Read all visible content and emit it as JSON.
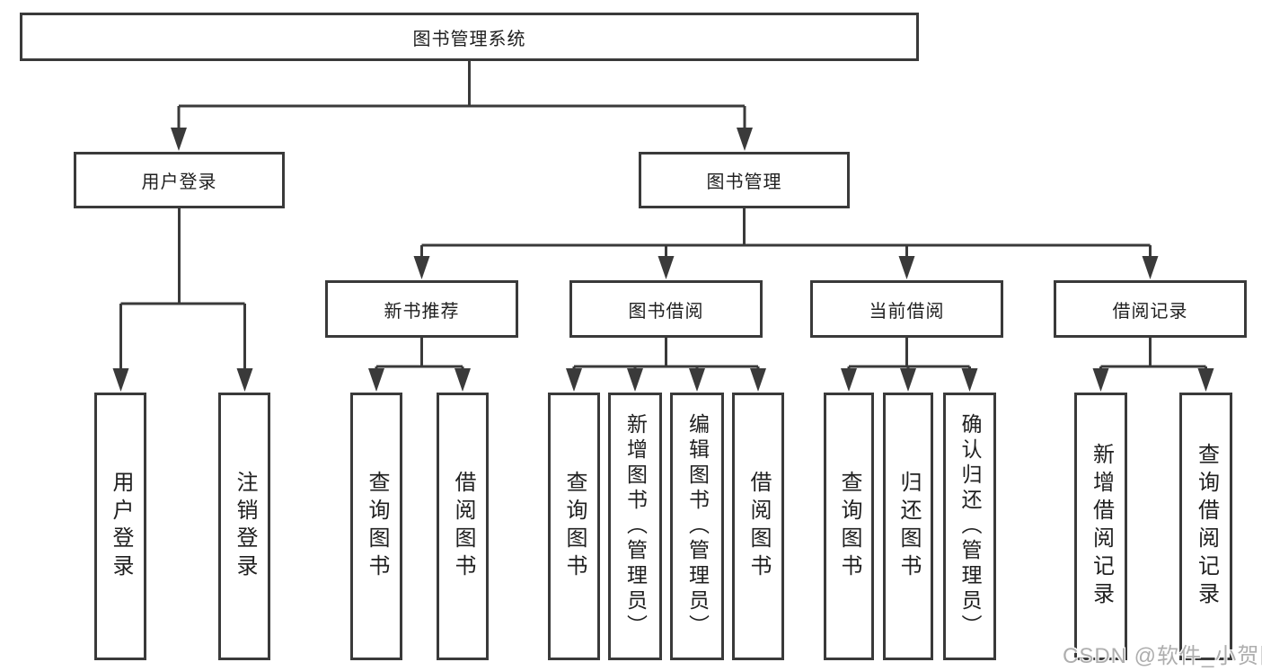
{
  "diagram": {
    "root": {
      "label": "图书管理系统"
    },
    "level1": [
      "用户登录",
      "图书管理"
    ],
    "level2": [
      "新书推荐",
      "图书借阅",
      "当前借阅",
      "借阅记录"
    ],
    "leaves": {
      "user_login": [
        "用户登录",
        "注销登录"
      ],
      "new_books": [
        "查询图书",
        "借阅图书"
      ],
      "book_borrow": [
        "查询图书",
        "新增图书（管理员）",
        "编辑图书（管理员）",
        "借阅图书"
      ],
      "current_borrow": [
        "查询图书",
        "归还图书",
        "确认归还（管理员）"
      ],
      "borrow_records": [
        "新增借阅记录",
        "查询借阅记录"
      ]
    },
    "watermark": "CSDN @软件_小贺同学",
    "colors": {
      "line": "#3a3a3a",
      "text": "#1f1f1f",
      "background": "#ffffff",
      "watermark": "#aeaeae"
    }
  }
}
